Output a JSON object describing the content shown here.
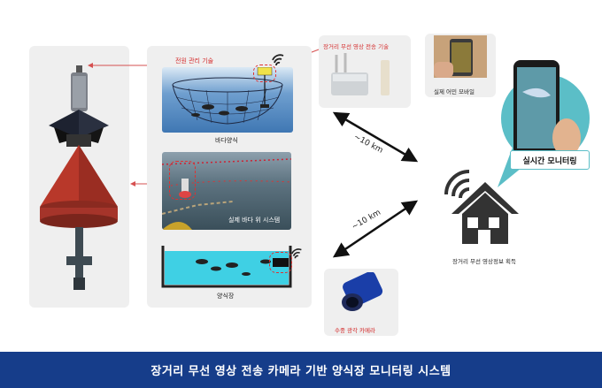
{
  "labels": {
    "power_mgmt": "전원 관리 기술",
    "wireless_tech": "장거리 무선 영상 전송 기술",
    "real_mobile": "실제 어민 모바일",
    "realtime_monitoring": "실시간 모니터링",
    "sea_farm": "바다양식",
    "real_sea_system": "실제 바다 위 시스템",
    "distance_1": "~10 km",
    "distance_2": "~10 km",
    "acquisition": "장거리 무선 영상정보 획득",
    "farm_tank": "양식장",
    "underwater_camera": "수중 광각 카메라"
  },
  "footer": {
    "title": "장거리 무선 영상 전송 카메라 기반 양식장 모니터링 시스템"
  },
  "colors": {
    "accent_red": "#d42b2b",
    "footer_blue": "#163d8a",
    "teal": "#5bbec7",
    "buoy_red": "#b8382a"
  },
  "icons": [
    "wifi-signal-icon",
    "house-wifi-icon",
    "buoy-image",
    "router-image",
    "camera-image",
    "phone-image"
  ]
}
